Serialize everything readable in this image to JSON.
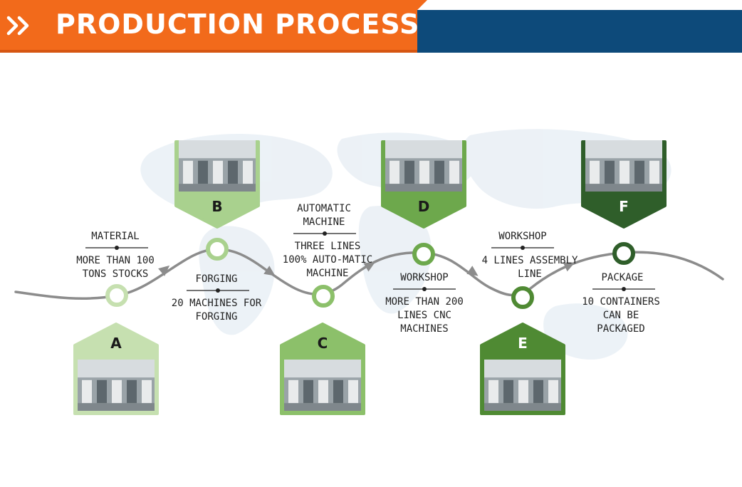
{
  "header": {
    "title": "PRODUCTION PROCESS",
    "icon": "double-chevron-right-icon",
    "colors": {
      "orange": "#f26a1b",
      "blue": "#0d4a7a"
    }
  },
  "steps": [
    {
      "letter": "A",
      "title": "MATERIAL",
      "desc": "MORE THAN 100\nTONS STOCKS",
      "card_color": "#c6e0b0",
      "ring_color": "#c6e0b0"
    },
    {
      "letter": "B",
      "title": "FORGING",
      "desc": "20 MACHINES FOR\nFORGING",
      "card_color": "#a9d18e",
      "ring_color": "#a9d18e"
    },
    {
      "letter": "C",
      "title": "AUTOMATIC\nMACHINE",
      "desc": "THREE LINES\n100% AUTO-MATIC\nMACHINE",
      "card_color": "#8cc06a",
      "ring_color": "#8cc06a"
    },
    {
      "letter": "D",
      "title": "WORKSHOP",
      "desc": "MORE THAN 200\nLINES CNC\nMACHINES",
      "card_color": "#6da84c",
      "ring_color": "#6da84c"
    },
    {
      "letter": "E",
      "title": "WORKSHOP",
      "desc": "4 LINES ASSEMBLY\nLINE",
      "card_color": "#4f8a33",
      "ring_color": "#4f8a33"
    },
    {
      "letter": "F",
      "title": "PACKAGE",
      "desc": "10 CONTAINERS\nCAN BE\nPACKAGED",
      "card_color": "#2f5e2a",
      "ring_color": "#2f5e2a"
    }
  ]
}
